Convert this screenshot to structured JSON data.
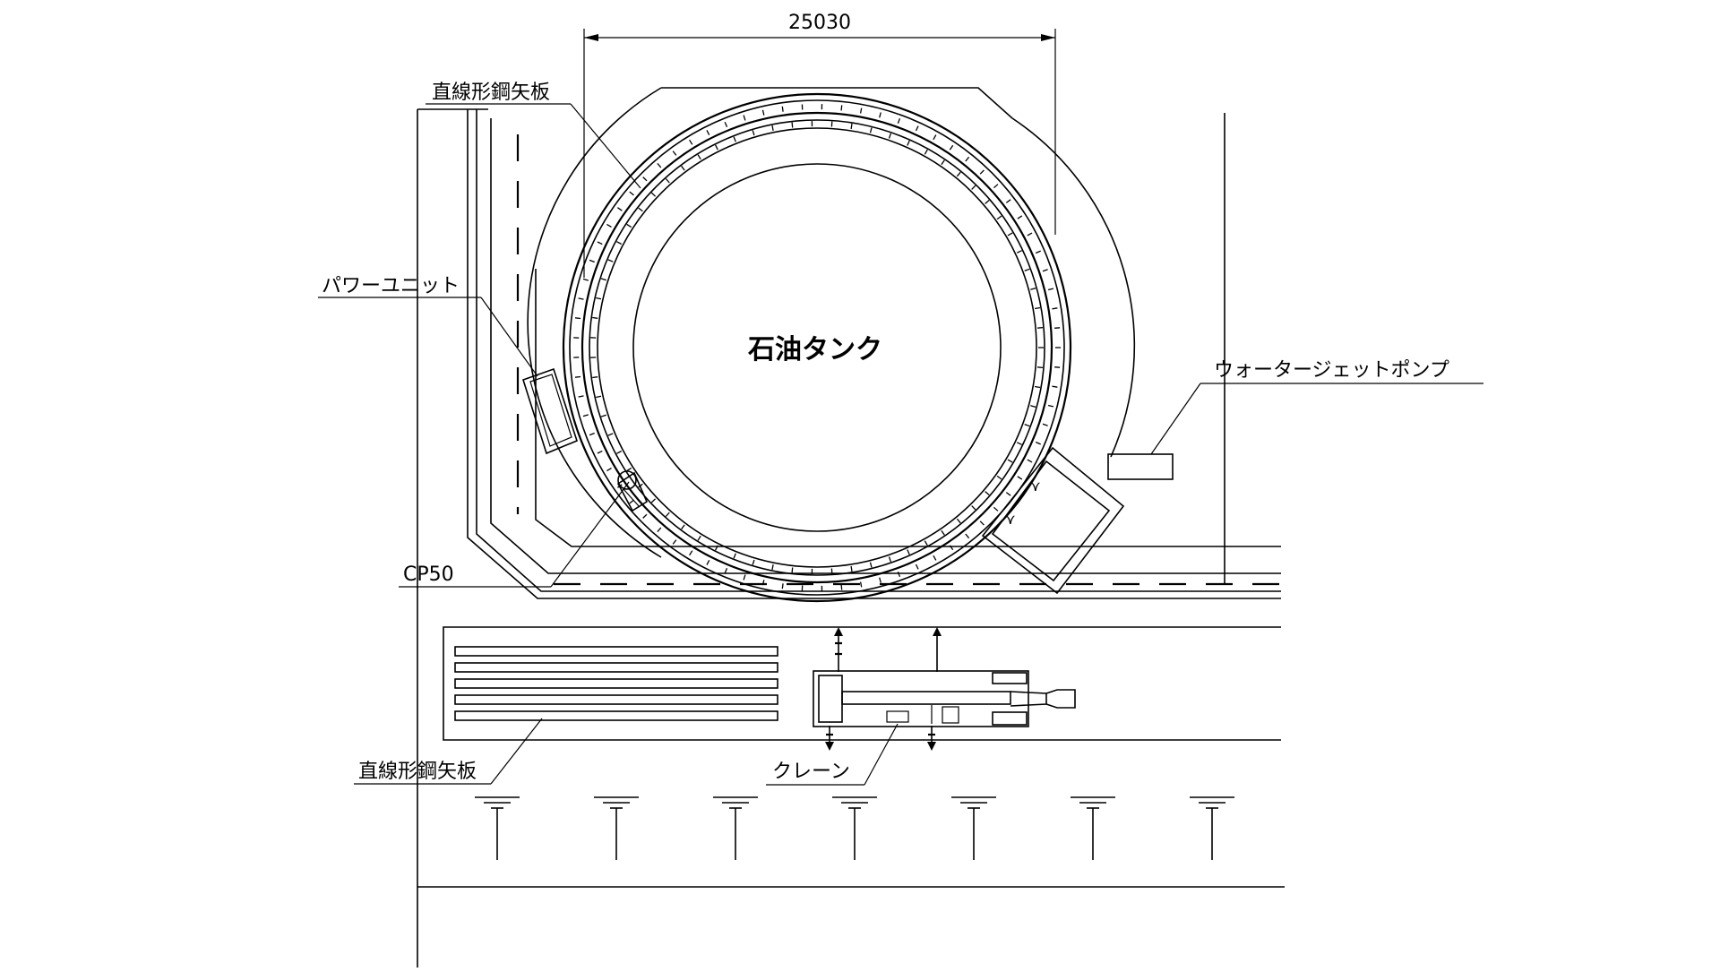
{
  "labels": {
    "dimension": "25030",
    "sheet_pile_top": "直線形鋼矢板",
    "power_unit": "パワーユニット",
    "tank": "石油タンク",
    "water_jet_pump": "ウォータージェットポンプ",
    "cp50": "CP50",
    "sheet_pile_bottom": "直線形鋼矢板",
    "crane": "クレーン"
  }
}
